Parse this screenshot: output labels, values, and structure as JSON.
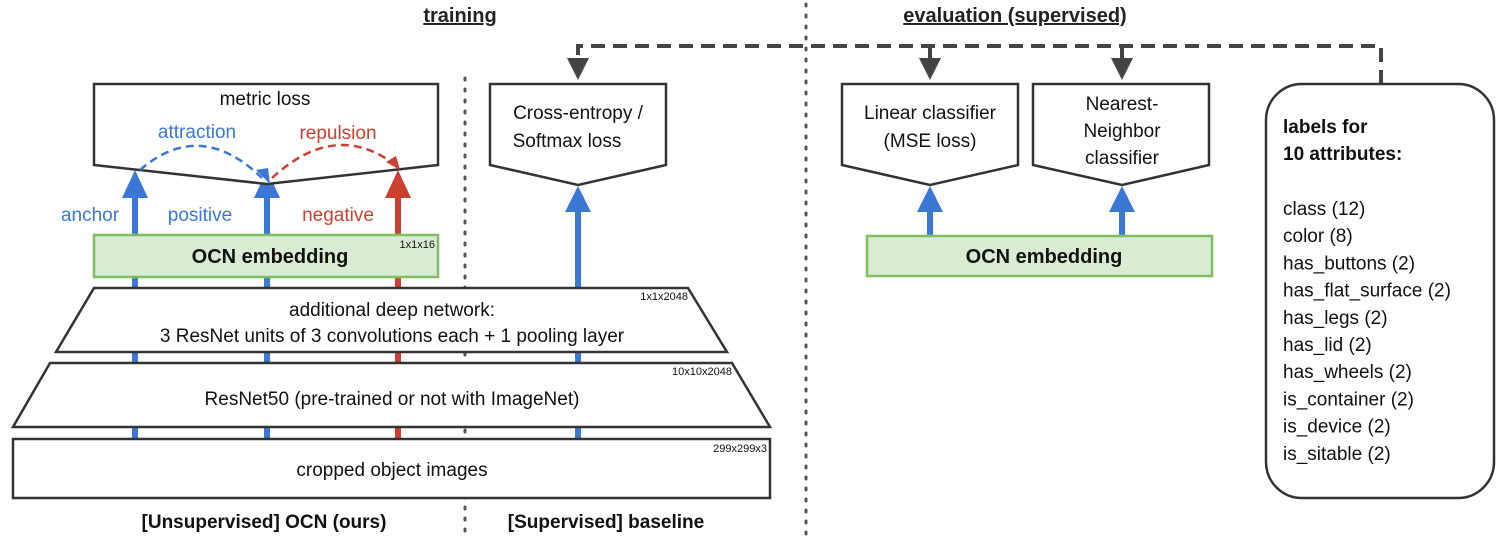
{
  "headers": {
    "training": "training",
    "evaluation": "evaluation (supervised)"
  },
  "footers": {
    "unsupervised": "[Unsupervised] OCN (ours)",
    "supervised": "[Supervised] baseline"
  },
  "metric_loss": {
    "title": "metric loss",
    "attraction": "attraction",
    "repulsion": "repulsion"
  },
  "arrow_labels": {
    "anchor": "anchor",
    "positive": "positive",
    "negative": "negative"
  },
  "ocn_embedding_train": {
    "label": "OCN embedding",
    "dim": "1x1x16"
  },
  "deep_network": {
    "line1": "additional deep network:",
    "line2": "3 ResNet units of 3 convolutions each + 1 pooling layer",
    "dim": "1x1x2048"
  },
  "resnet": {
    "label": "ResNet50 (pre-trained or not with ImageNet)",
    "dim": "10x10x2048"
  },
  "images": {
    "label": "cropped object images",
    "dim": "299x299x3"
  },
  "cross_entropy": {
    "line1": "Cross-entropy /",
    "line2": "Softmax loss"
  },
  "linear_classifier": {
    "line1": "Linear classifier",
    "line2": "(MSE loss)"
  },
  "nn_classifier": {
    "line1": "Nearest-",
    "line2": "Neighbor",
    "line3": "classifier"
  },
  "ocn_embedding_eval": {
    "label": "OCN embedding"
  },
  "labels_box": {
    "title1": "labels for",
    "title2": "10 attributes:",
    "items": [
      "class (12)",
      "color (8)",
      "has_buttons (2)",
      "has_flat_surface (2)",
      "has_legs (2)",
      "has_lid (2)",
      "has_wheels (2)",
      "is_container (2)",
      "is_device (2)",
      "is_sitable (2)"
    ]
  },
  "colors": {
    "blue": "#3a78d4",
    "red": "#cc4030",
    "green_fill": "#d9ecd3",
    "green_stroke": "#7dbe5e",
    "outline": "#333333",
    "dashed": "#444444"
  }
}
